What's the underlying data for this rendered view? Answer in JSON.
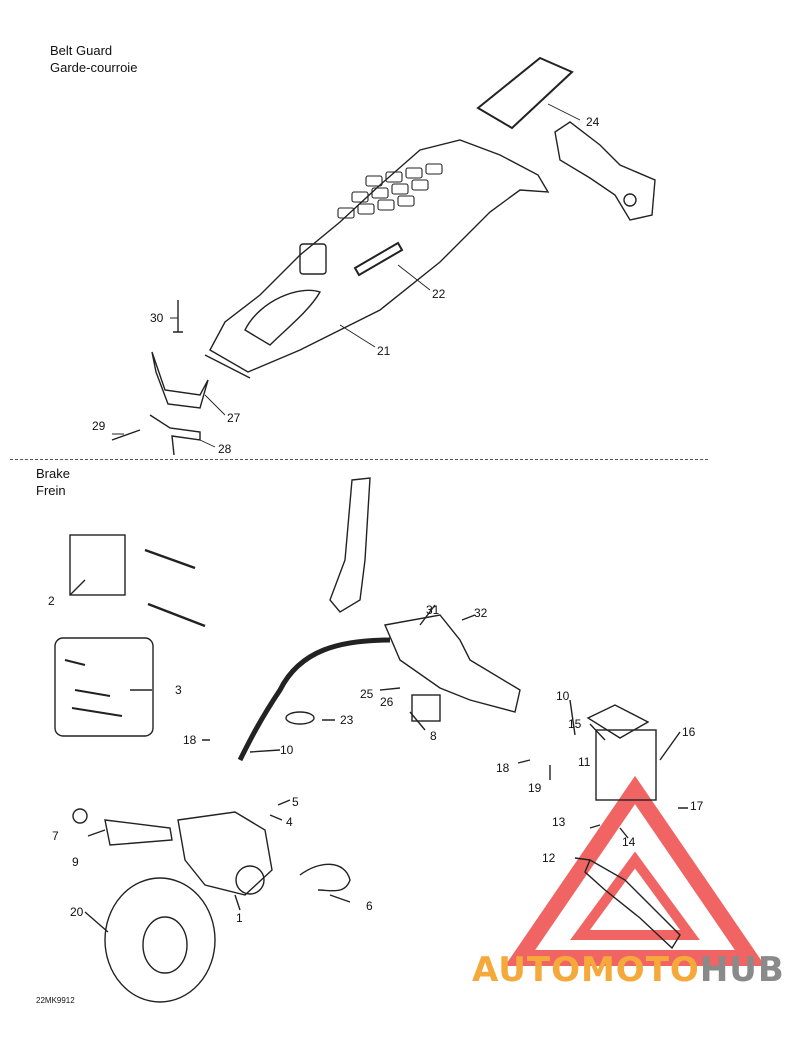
{
  "sections": [
    {
      "en": "Belt Guard",
      "fr": "Garde-courroie"
    },
    {
      "en": "Brake",
      "fr": "Frein"
    }
  ],
  "callouts": [
    "30",
    "24",
    "22",
    "21",
    "27",
    "29",
    "28",
    "2",
    "3",
    "31",
    "32",
    "10",
    "25",
    "26",
    "23",
    "8",
    "18",
    "10",
    "15",
    "16",
    "11",
    "18",
    "19",
    "17",
    "5",
    "4",
    "13",
    "14",
    "7",
    "9",
    "12",
    "6",
    "1",
    "20"
  ],
  "drawing_code": "22MK9912",
  "watermark": {
    "part1": "AUTOMOTO",
    "part2": "HUB",
    "color_main": "#f4a93a",
    "color_hub": "#8a8a8a",
    "triangle_color": "#ef4a4a"
  }
}
